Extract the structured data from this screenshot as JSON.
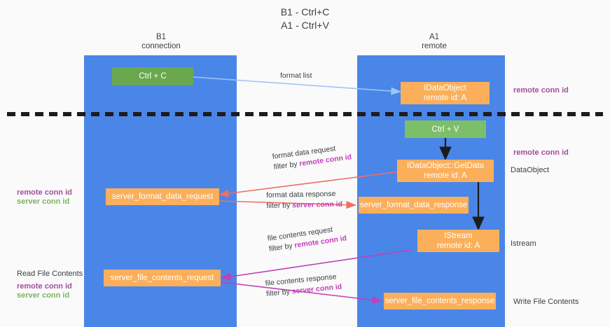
{
  "title": "B1 - Ctrl+C\nA1 - Ctrl+V",
  "lanes": [
    {
      "id": "b1",
      "header": "B1\nconnection"
    },
    {
      "id": "a1",
      "header": "A1\nremote"
    }
  ],
  "boxes": {
    "ctrl_c": "Ctrl + C",
    "ole_idataobject": "IDataObject\nremote id: A",
    "ctrl_v": "Ctrl + V",
    "getdata": "IDataObject::GetData\nremote id: A",
    "server_format_data_request": "server_format_data_request",
    "server_format_data_response": "server_format_data_response",
    "istream": "IStream\nremote id: A",
    "server_file_contents_request": "server_file_contents_request",
    "server_file_contents_response": "server_file_contents_response"
  },
  "edges": {
    "format_list": {
      "line1": "format list",
      "line2": ""
    },
    "format_data_request": {
      "line1": "format data request",
      "line2_prefix": "filter by ",
      "line2_hl": "remote conn id"
    },
    "format_data_response": {
      "line1": "format data response",
      "line2_prefix": "filter by ",
      "line2_hl": "server conn id"
    },
    "file_contents_request": {
      "line1": "file contents request",
      "line2_prefix": "filter by ",
      "line2_hl": "remote conn id"
    },
    "file_contents_response": {
      "line1": "file contents response",
      "line2_prefix": "filter by ",
      "line2_hl": "server conn id"
    }
  },
  "annotations": {
    "right_remote_conn_id_top": "remote conn id",
    "right_remote_conn_id_mid": "remote conn id",
    "right_dataobject": "DataObject",
    "right_istream": "Istream",
    "right_write_file_contents": "Write File Contents",
    "left_remote_conn_id": "remote conn id",
    "left_server_conn_id": "server conn id",
    "left_read_file_contents": "Read File Contents",
    "left_remote_conn_id_2": "remote conn id",
    "left_server_conn_id_2": "server conn id"
  },
  "colors": {
    "lane": "#4a86e8",
    "green_box": "#6aa84f",
    "orange_box": "#fbaf5a",
    "purple_text": "#a64d9a",
    "magenta_text": "#c040b8",
    "green_text": "#78b75c",
    "arrow_blue": "#9fc5f8",
    "arrow_red": "#ef6f62",
    "arrow_magenta": "#c040b8",
    "arrow_black": "#1c1c1c",
    "divider": "#1c1c1c",
    "background": "#fafafa"
  }
}
